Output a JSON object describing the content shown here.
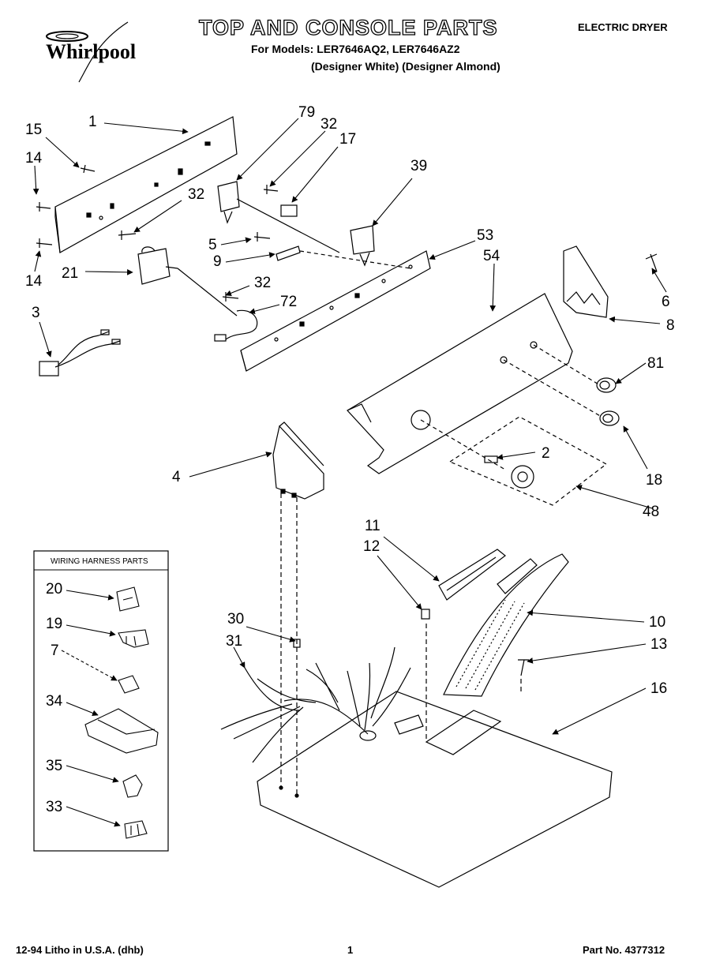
{
  "header": {
    "brand": "Whirlpool",
    "title": "TOP AND CONSOLE PARTS",
    "models_line": "For Models: LER7646AQ2, LER7646AZ2",
    "variants_line": "(Designer White) (Designer Almond)",
    "product_type": "ELECTRIC DRYER"
  },
  "inset": {
    "title": "WIRING HARNESS PARTS",
    "callouts": [
      "20",
      "19",
      "7",
      "34",
      "35",
      "33"
    ]
  },
  "callouts": {
    "c1": "1",
    "c15": "15",
    "c14a": "14",
    "c14b": "14",
    "c21": "21",
    "c3": "3",
    "c79": "79",
    "c32a": "32",
    "c17": "17",
    "c39": "39",
    "c32b": "32",
    "c5": "5",
    "c9": "9",
    "c32c": "32",
    "c72": "72",
    "c53": "53",
    "c54": "54",
    "c6": "6",
    "c8": "8",
    "c81": "81",
    "c18": "18",
    "c2": "2",
    "c48": "48",
    "c4": "4",
    "c11": "11",
    "c12": "12",
    "c10": "10",
    "c13": "13",
    "c16": "16",
    "c30": "30",
    "c31": "31"
  },
  "footer": {
    "left": "12-94 Litho in U.S.A. (dhb)",
    "page": "1",
    "part_no": "Part No. 4377312"
  }
}
